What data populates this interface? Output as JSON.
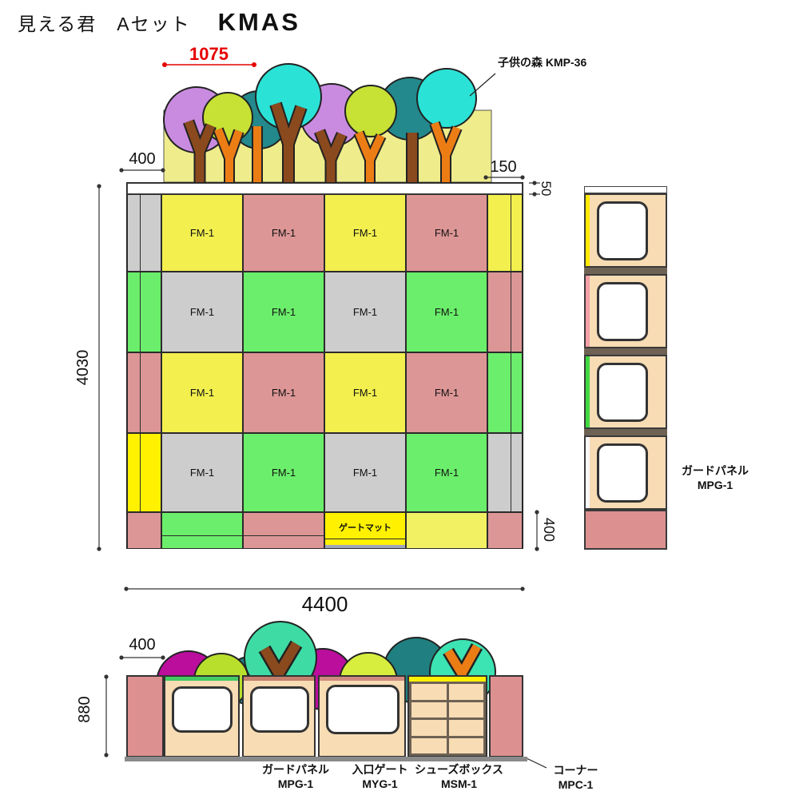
{
  "title": {
    "product": "見える君　Aセット",
    "code": "KMAS"
  },
  "annotations": {
    "tree_label": "子供の森  KMP-36"
  },
  "dimensions": {
    "tree_width": "1075",
    "left_offset": "400",
    "right_offset": "150",
    "top_strip": "50",
    "grid_height": "4030",
    "bottom_depth": "400",
    "total_width": "4400",
    "elev_corner": "400",
    "elev_height": "880"
  },
  "plan": {
    "fm_label": "FM-1",
    "gate_mat_label": "ゲートマット",
    "left_strip": [
      "gray",
      "green",
      "salmon",
      "brightYellow"
    ],
    "right_strip": [
      "cellYellow",
      "salmon",
      "green",
      "gray"
    ],
    "cell_rows": [
      [
        "cellYellow",
        "salmon",
        "cellYellow",
        "salmon"
      ],
      [
        "gray",
        "green",
        "gray",
        "green"
      ],
      [
        "cellYellow",
        "salmon",
        "cellYellow",
        "salmon"
      ],
      [
        "gray",
        "green",
        "gray",
        "green"
      ]
    ],
    "bottom_row": [
      "salmon",
      "green",
      "salmon",
      "gateMat",
      "paleYellow",
      "salmon"
    ]
  },
  "side_view": {
    "label": "ガードパネル",
    "code": "MPG-1",
    "edge_strips": [
      "edgeYellow",
      "edgePink",
      "edgeGreen",
      "edgeWhite"
    ]
  },
  "elevation": {
    "parts": [
      {
        "label": "ガードパネル",
        "code": "MPG-1"
      },
      {
        "label": "入口ゲート",
        "code": "MYG-1"
      },
      {
        "label": "シューズボックス",
        "code": "MSM-1"
      },
      {
        "label": "コーナー",
        "code": "MPC-1"
      }
    ]
  },
  "palette": {
    "cellYellow": "#F2EF4F",
    "brightYellow": "#FFF100",
    "paleYellow": "#F2F063",
    "gateMat": "#FFF100",
    "bandYellow": "#EFEC8C",
    "salmon": "#DD9696",
    "green": "#6BEE6B",
    "gray": "#CDCDCD",
    "white": "#FFFFFF",
    "peach": "#F8DCB4",
    "frameBrown": "#6E6254",
    "cornerSalmon": "#DD9090",
    "baseGray": "#8A8A8A",
    "edgeYellow": "#FFE900",
    "edgePink": "#F2A0A8",
    "edgeGreen": "#41D941",
    "edgeWhite": "#F8F8F8",
    "elevGreenStrip": "#44CB63",
    "elevBrownStrip": "#C4806C",
    "elevGateStrip": "#CE8A7E",
    "treePurple": "#C98BE0",
    "treeYellowGreen": "#C8E135",
    "treeTeal": "#23898C",
    "treeCyan": "#2BE2D6",
    "trunkBrown": "#8A4A1E",
    "trunkOrange": "#EC7D15",
    "elevMagenta": "#BB0E9D",
    "elevYellowGreen": "#B9DF2D",
    "elevYellowGreen2": "#D7EE3F",
    "elevTeal": "#207F80",
    "elevSpring": "#3EDCA4",
    "elevSpring2": "#3CE3B3",
    "dimRed": "#E60000"
  }
}
